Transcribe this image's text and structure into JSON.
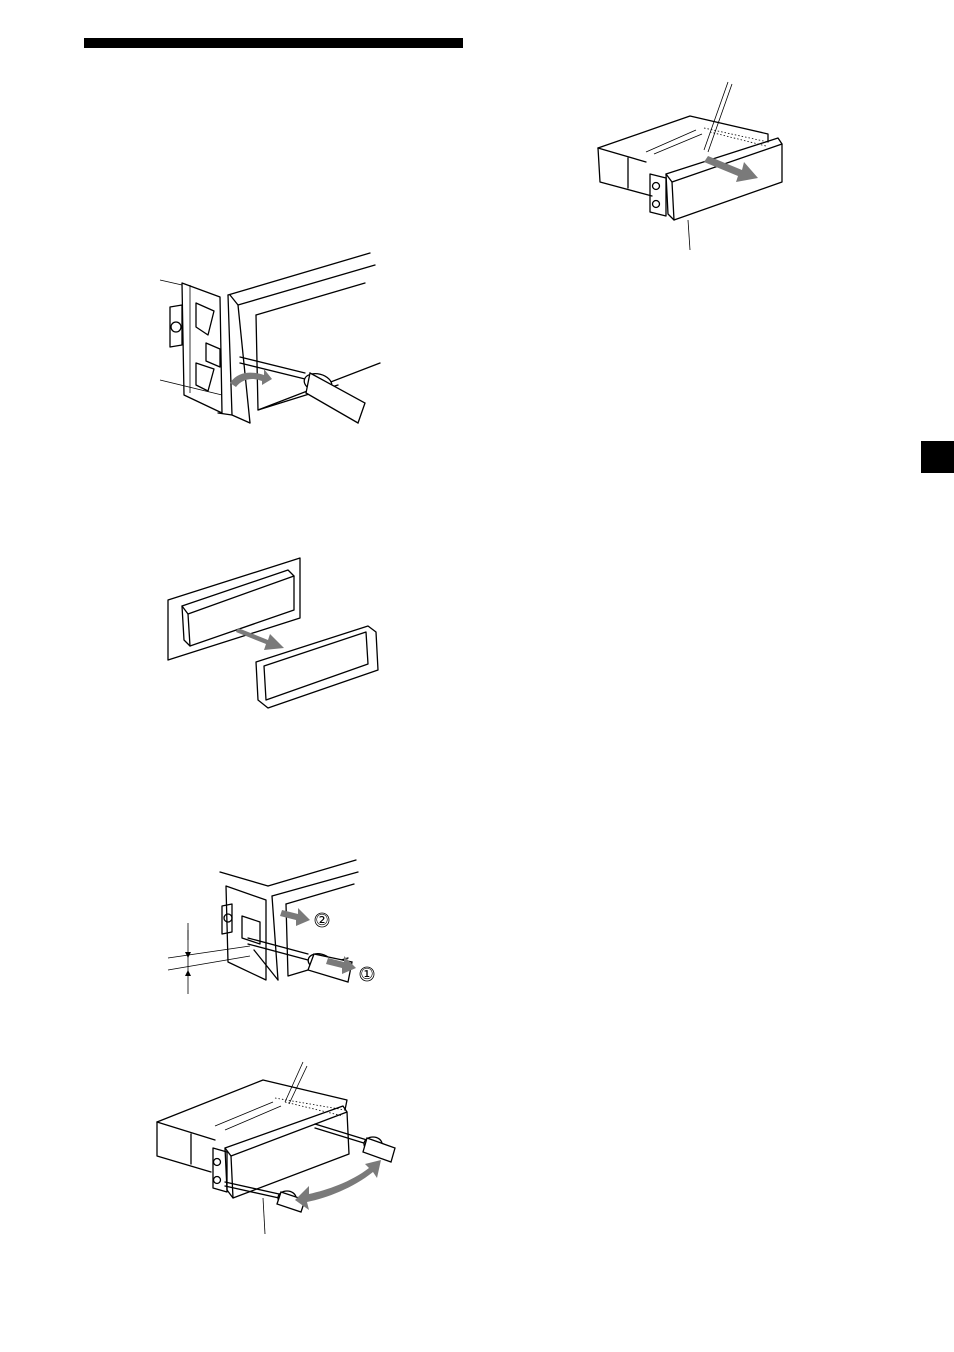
{
  "page": {
    "background": "#ffffff",
    "accent": "#000000"
  },
  "figures": {
    "fig_release_claw": {
      "icon": "screwdriver-release-claw"
    },
    "fig_frame_removal": {
      "icon": "frame-removal-arrow"
    },
    "fig_bracket_insert": {
      "icon": "screwdriver-insert-bracket",
      "step_labels": [
        "①",
        "②"
      ]
    },
    "fig_pry_sides": {
      "icon": "two-screwdrivers-pry"
    },
    "fig_slide_out": {
      "icon": "slide-unit-out-arrow"
    }
  },
  "colors": {
    "arrow": "#7a7a7a",
    "line": "#000000"
  }
}
